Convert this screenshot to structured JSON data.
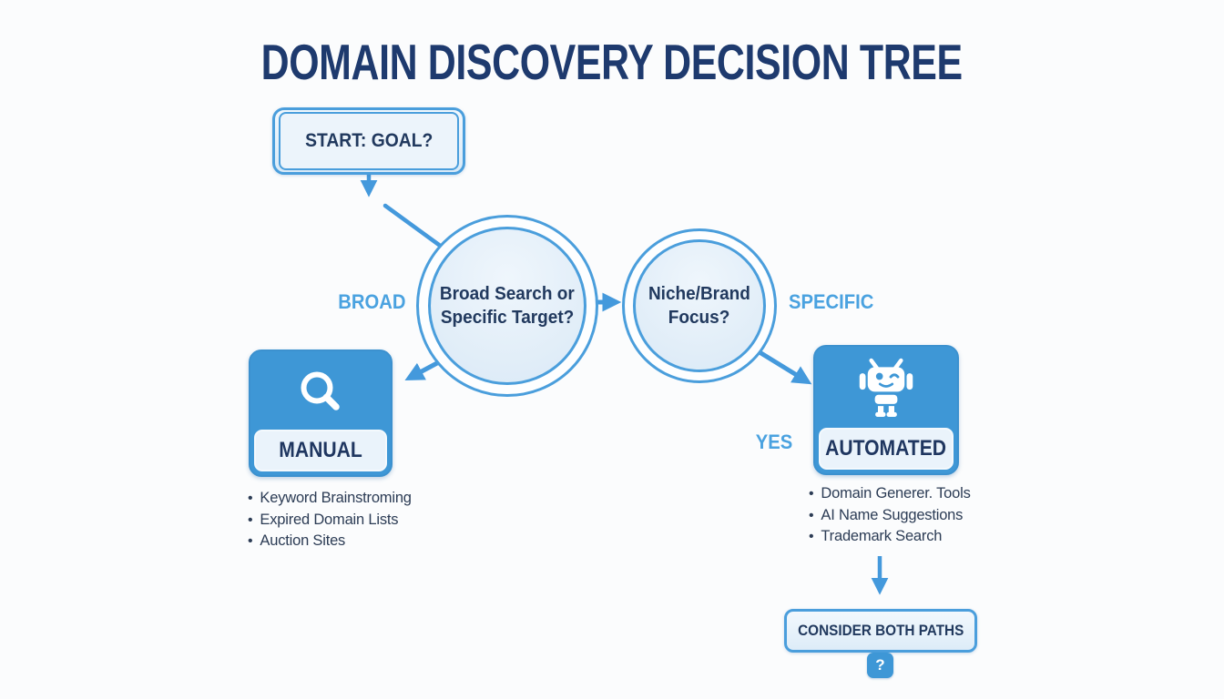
{
  "title": "DOMAIN DISCOVERY DECISION TREE",
  "colors": {
    "primary_blue": "#3e97d6",
    "border_blue": "#4a9edc",
    "arrow_blue": "#4499dc",
    "navy_title": "#1e3a6e",
    "navy_text": "#21395e",
    "label_blue": "#4aa2e0",
    "light_fill": "#eaf3fb"
  },
  "nodes": {
    "start": {
      "label": "START: GOAL?"
    },
    "decision1": {
      "line1": "Broad Search or",
      "line2": "Specific Target?"
    },
    "decision2": {
      "line1": "Niche/Brand",
      "line2": "Focus?"
    },
    "manual": {
      "label": "MANUAL",
      "icon": "magnifier-icon",
      "items": [
        "Keyword Brainstroming",
        "Expired Domain Lists",
        "Auction Sites"
      ]
    },
    "automated": {
      "label": "AUTOMATED",
      "icon": "robot-icon",
      "items": [
        "Domain Generer. Tools",
        "AI Name Suggestions",
        "Trademark Search"
      ]
    },
    "consider": {
      "label": "CONSIDER BOTH PATHS"
    }
  },
  "edge_labels": {
    "broad": "BROAD",
    "specific": "SPECIFIC",
    "yes": "YES"
  },
  "help_badge": "?"
}
